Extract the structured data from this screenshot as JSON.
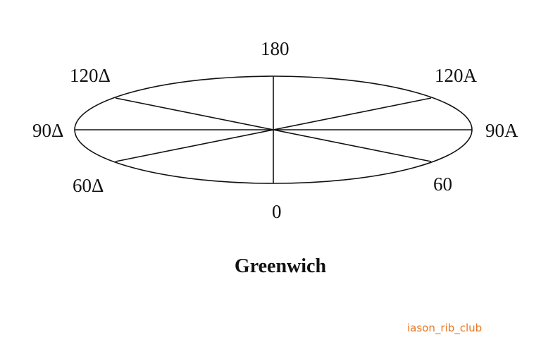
{
  "diagram": {
    "labels": {
      "top": "180",
      "bottom": "0",
      "left": "90Δ",
      "right": "90A",
      "upper_left": "120Δ",
      "upper_right": "120A",
      "lower_left": "60Δ",
      "lower_right": "60"
    },
    "title": "Greenwich"
  },
  "watermark": "iason_rib_club",
  "colors": {
    "stroke": "#111111",
    "watermark": "#e87722"
  }
}
